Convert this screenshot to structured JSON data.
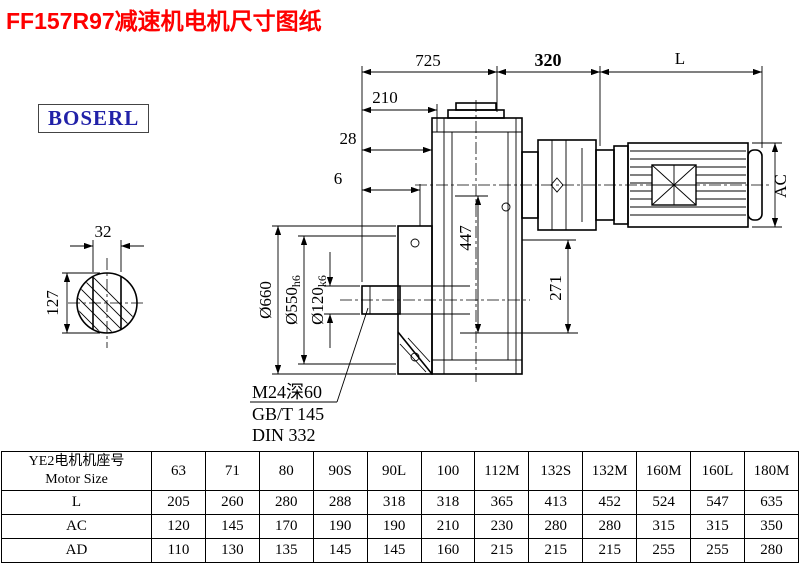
{
  "page": {
    "title": "FF157R97减速机电机尺寸图纸"
  },
  "logo": {
    "text": "BOSERL"
  },
  "colors": {
    "title_red": "#fe0000",
    "logo_blue": "#2121a8",
    "line": "#000000"
  },
  "drawing": {
    "dims": {
      "d725": "725",
      "d320": "320",
      "dL": "L",
      "d210": "210",
      "d28": "28",
      "d6": "6",
      "d447": "447",
      "d271": "271",
      "dAC": "AC",
      "d660": "Ø660",
      "d550": "Ø550",
      "d550sub": "h6",
      "d120": "Ø120",
      "d120sub": "k6",
      "d32": "32",
      "d127": "127"
    },
    "notes": [
      "M24深60",
      "GB/T 145",
      "DIN 332"
    ]
  },
  "table": {
    "header": {
      "line1": "YE2电机机座号",
      "line2": "Motor Size"
    },
    "columns": [
      "63",
      "71",
      "80",
      "90S",
      "90L",
      "100",
      "112M",
      "132S",
      "132M",
      "160M",
      "160L",
      "180M"
    ],
    "rows": [
      {
        "label": "L",
        "values": [
          "205",
          "260",
          "280",
          "288",
          "318",
          "318",
          "365",
          "413",
          "452",
          "524",
          "547",
          "635"
        ]
      },
      {
        "label": "AC",
        "values": [
          "120",
          "145",
          "170",
          "190",
          "190",
          "210",
          "230",
          "280",
          "280",
          "315",
          "315",
          "350"
        ]
      },
      {
        "label": "AD",
        "values": [
          "110",
          "130",
          "135",
          "145",
          "145",
          "160",
          "215",
          "215",
          "215",
          "255",
          "255",
          "280"
        ]
      }
    ]
  }
}
